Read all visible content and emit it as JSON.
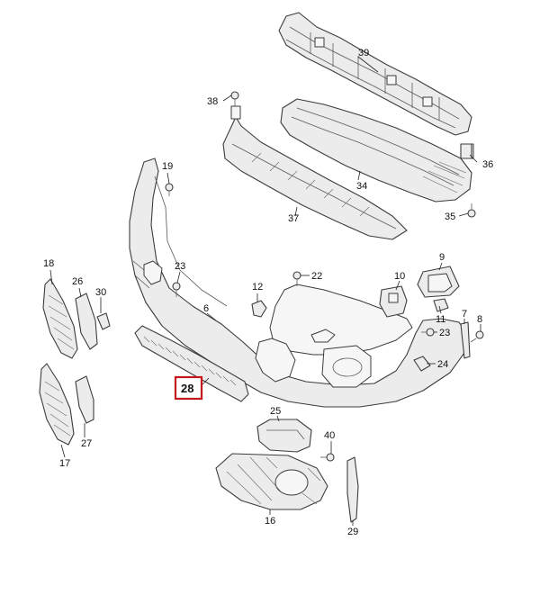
{
  "highlight_color": "#c4161c",
  "highlighted_part": "28",
  "labels": {
    "p39": "39",
    "p38": "38",
    "p36": "36",
    "p34": "34",
    "p35": "35",
    "p37": "37",
    "p19": "19",
    "p22": "22",
    "p23a": "23",
    "p10": "10",
    "p9": "9",
    "p18": "18",
    "p26": "26",
    "p30": "30",
    "p12": "12",
    "p6": "6",
    "p11": "11",
    "p7": "7",
    "p8": "8",
    "p23b": "23",
    "p24": "24",
    "p28": "28",
    "p25": "25",
    "p40": "40",
    "p27": "27",
    "p17": "17",
    "p16": "16",
    "p29": "29"
  }
}
